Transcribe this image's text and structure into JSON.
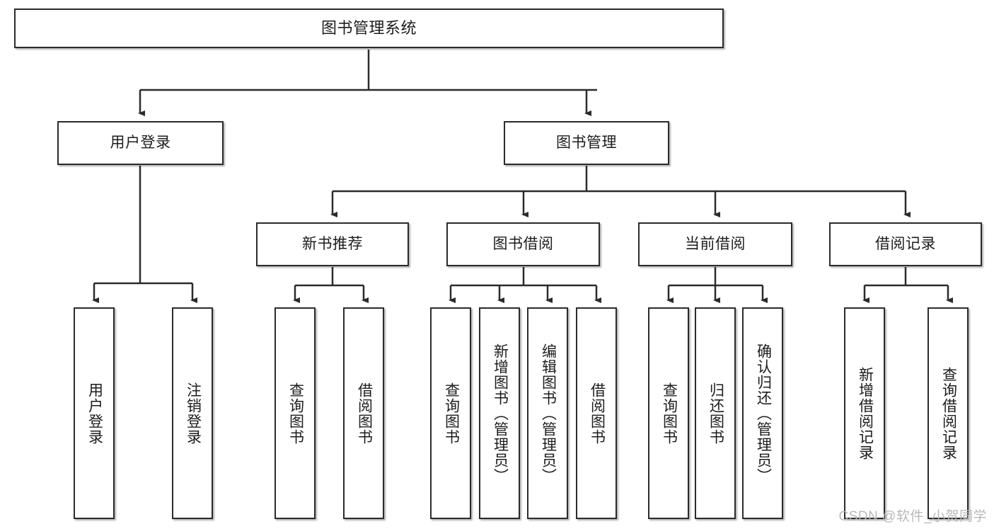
{
  "diagram": {
    "type": "hierarchy-tree",
    "title": "图书管理系统",
    "root": {
      "label": "图书管理系统"
    },
    "level1": [
      {
        "label": "用户登录"
      },
      {
        "label": "图书管理"
      }
    ],
    "level2": [
      {
        "label": "新书推荐"
      },
      {
        "label": "图书借阅"
      },
      {
        "label": "当前借阅"
      },
      {
        "label": "借阅记录"
      }
    ],
    "leaves": {
      "user_login": [
        {
          "label": "用户登录"
        },
        {
          "label": "注销登录"
        }
      ],
      "new_book_recommend": [
        {
          "label": "查询图书"
        },
        {
          "label": "借阅图书"
        }
      ],
      "book_borrow": [
        {
          "label": "查询图书"
        },
        {
          "label": "新增图书（管理员）"
        },
        {
          "label": "编辑图书（管理员）"
        },
        {
          "label": "借阅图书"
        }
      ],
      "current_borrow": [
        {
          "label": "查询图书"
        },
        {
          "label": "归还图书"
        },
        {
          "label": "确认归还（管理员）"
        }
      ],
      "borrow_record": [
        {
          "label": "新增借阅记录"
        },
        {
          "label": "查询借阅记录"
        }
      ]
    }
  },
  "colors": {
    "stroke": "#2b2b2b",
    "fill": "#ffffff",
    "text": "#1c1c1c",
    "watermark": "#b9b9b9"
  },
  "watermark": {
    "text": "CSDN @软件_小贺同学"
  }
}
